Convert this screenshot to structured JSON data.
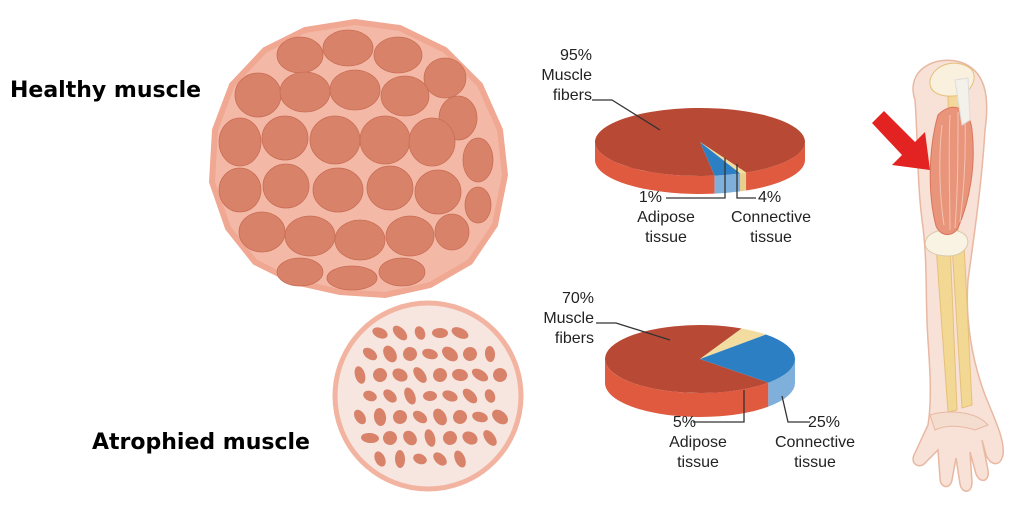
{
  "labels": {
    "healthy": "Healthy muscle",
    "atrophied": "Atrophied muscle"
  },
  "chart_data": [
    {
      "type": "pie",
      "categories": [
        "Muscle fibers",
        "Adipose tissue",
        "Connective tissue"
      ],
      "values": [
        95,
        1,
        4
      ],
      "percent_labels": [
        "95%",
        "1%",
        "4%"
      ],
      "label_lines": [
        [
          "Muscle",
          "fibers"
        ],
        [
          "Adipose",
          "tissue"
        ],
        [
          "Connective",
          "tissue"
        ]
      ]
    },
    {
      "type": "pie",
      "categories": [
        "Muscle fibers",
        "Adipose tissue",
        "Connective tissue"
      ],
      "values": [
        70,
        5,
        25
      ],
      "percent_labels": [
        "70%",
        "5%",
        "25%"
      ],
      "label_lines": [
        [
          "Muscle",
          "fibers"
        ],
        [
          "Adipose",
          "tissue"
        ],
        [
          "Connective",
          "tissue"
        ]
      ]
    }
  ],
  "colors": {
    "muscle_top": "#b84a35",
    "muscle_side": "#e05a40",
    "adipose_top": "#f2dca0",
    "adipose_side": "#e8cf8e",
    "connective_top": "#2d7fc4",
    "connective_side": "#7fb0dc",
    "fiber": "#d9826a",
    "tissue_bg": "#f6ddd2",
    "arrow": "#e32222"
  },
  "icons": [
    "healthy-muscle-cross-section-icon",
    "atrophied-muscle-cross-section-icon",
    "arm-muscle-anatomy-icon",
    "red-arrow-icon"
  ]
}
